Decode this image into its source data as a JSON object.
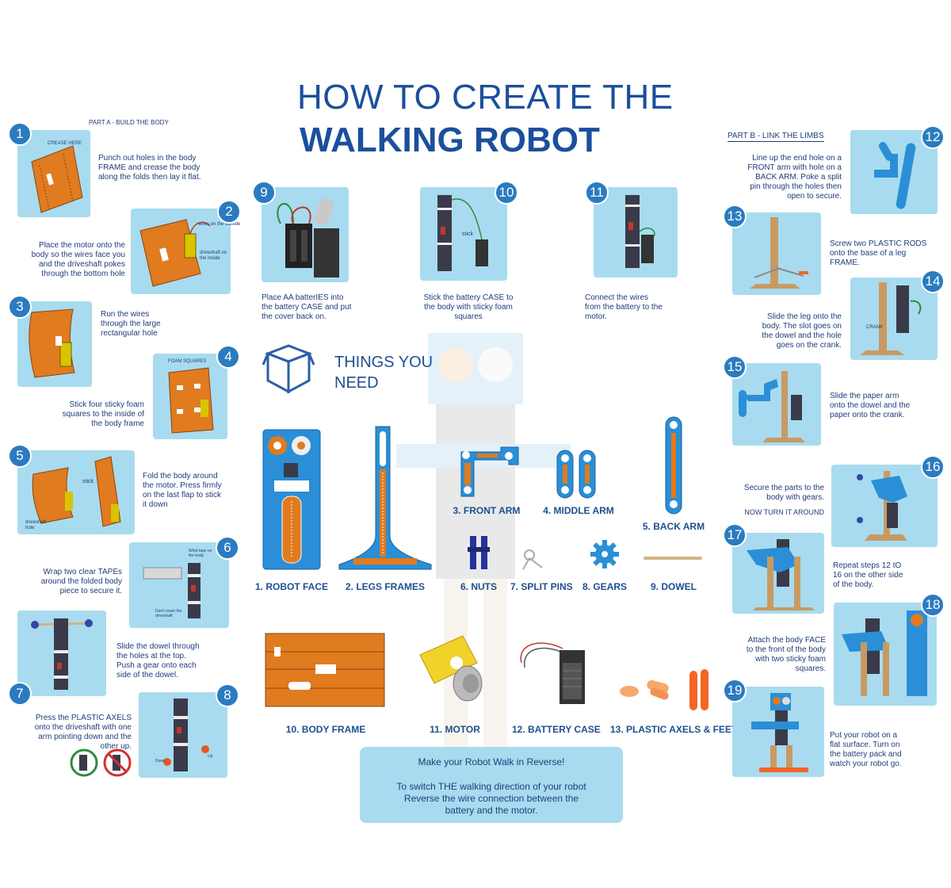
{
  "title": {
    "line1": "HOW TO CREATE THE",
    "line2": "WALKING ROBOT"
  },
  "part_a": "PART A - BUILD THE BODY",
  "part_b": "PART B - LINK THE LIMBS",
  "steps": [
    {
      "n": "1",
      "text": "Punch out holes in the body FRAME and crease the body along the folds then lay it flat.",
      "label": "CREASE HERE"
    },
    {
      "n": "2",
      "text": "Place the motor onto the body so the wires face you and the driveshaft pokes through the bottom hole",
      "label": "wires on the outside",
      "label2": "driveshaft on the inside"
    },
    {
      "n": "3",
      "text": "Run the wires through the large rectangular hole"
    },
    {
      "n": "4",
      "text": "Stick four sticky foam squares to the inside of the body frame",
      "label": "FOAM SQUARES"
    },
    {
      "n": "5",
      "text": "Fold the body around the motor. Press firmly on the last flap to stick it down",
      "label": "stick",
      "label2": "driveshaft hole"
    },
    {
      "n": "6",
      "text": "Wrap two clear TAPEs around the folded body piece to secure it.",
      "label": "Wind tape on the body",
      "label2": "Don't cover the driveshaft"
    },
    {
      "n": "7",
      "text": "Slide the dowel through the holes at the top. Push a gear onto each side of the dowel."
    },
    {
      "n": "8",
      "text": "Press the PLASTIC AXELS onto the driveshaft with one arm pointing down and the other up.",
      "label": "Down",
      "label2": "Up"
    },
    {
      "n": "9",
      "text": "Place AA batterIES into the battery CASE and put the cover back on."
    },
    {
      "n": "10",
      "text": "Stick the battery CASE to the body with sticky foam squares",
      "label": "stick"
    },
    {
      "n": "11",
      "text": "Connect the wires from the battery to the motor."
    },
    {
      "n": "12",
      "text": "Line up the end hole on a FRONT arm with hole on a BACK ARM. Poke a split pin through the holes then open to secure."
    },
    {
      "n": "13",
      "text": "Screw two PLASTIC RODS onto the base of a leg FRAME."
    },
    {
      "n": "14",
      "text": "Slide the leg onto the body. The slot goes on the dowel and the hole goes on the crank.",
      "label": "CRANK"
    },
    {
      "n": "15",
      "text": "Slide the paper arm onto the dowel and the paper onto the crank."
    },
    {
      "n": "16",
      "text": "Secure the parts to the body with gears.",
      "text2": "NOW TURN IT AROUND"
    },
    {
      "n": "17",
      "text": "Repeat steps 12 tO 16 on the other side of the body."
    },
    {
      "n": "18",
      "text": "Attach the body FACE to the front of the body with two sticky foam squares."
    },
    {
      "n": "19",
      "text": "Put your robot on a flat surface. Turn on the battery pack and watch your robot go."
    }
  ],
  "things": {
    "line1": "THINGS YOU",
    "line2": "NEED"
  },
  "items": [
    "1. ROBOT FACE",
    "2. LEGS FRAMES",
    "3. FRONT ARM",
    "4. MIDDLE ARM",
    "5. BACK ARM",
    "6. NUTS",
    "7. SPLIT PINS",
    "8. GEARS",
    "9. DOWEL",
    "10. BODY FRAME",
    "11. MOTOR",
    "12. BATTERY CASE",
    "13. PLASTIC AXELS & FEET"
  ],
  "reverse": {
    "title": "Make your Robot Walk in Reverse!",
    "body": "To switch THE walking direction of your robot Reverse the wire connection between the battery and the motor."
  },
  "colors": {
    "tile": "#a8dbef",
    "badge": "#2a7bc0",
    "title": "#1b4f9c",
    "cardboard": "#e07b1f",
    "part_blue": "#2a8fd6"
  }
}
